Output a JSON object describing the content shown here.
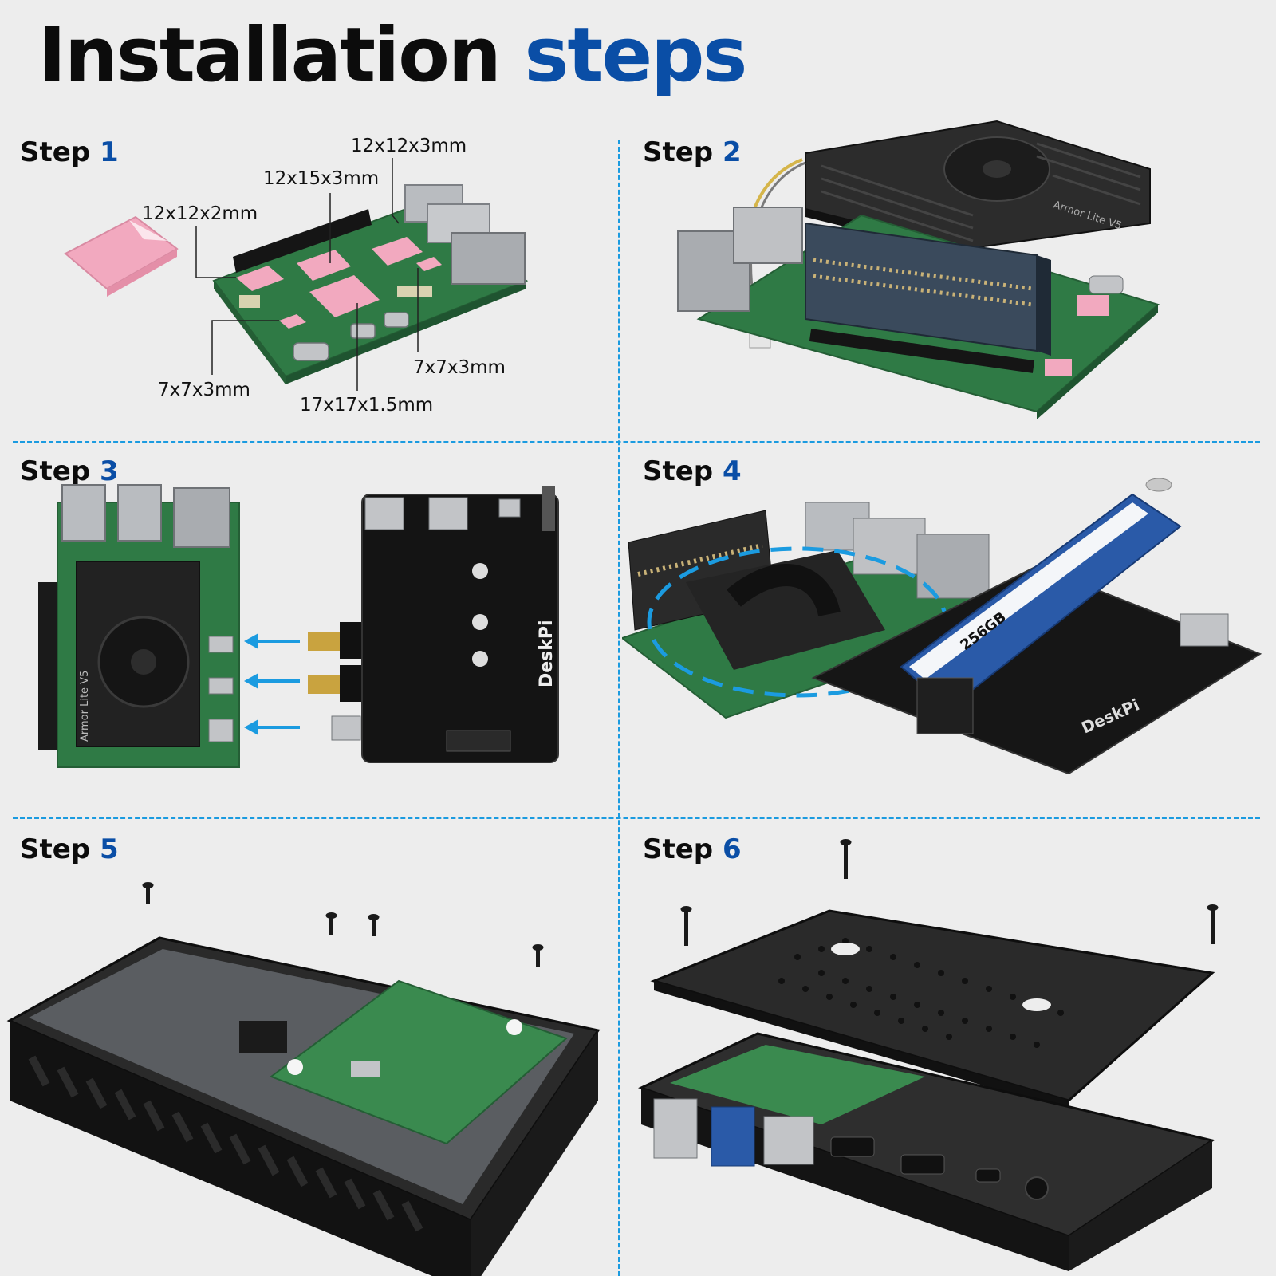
{
  "title": {
    "part1": "Installation",
    "part2": "steps"
  },
  "steps": [
    {
      "label": "Step",
      "number": "1"
    },
    {
      "label": "Step",
      "number": "2"
    },
    {
      "label": "Step",
      "number": "3"
    },
    {
      "label": "Step",
      "number": "4"
    },
    {
      "label": "Step",
      "number": "5"
    },
    {
      "label": "Step",
      "number": "6"
    }
  ],
  "thermal_pads": {
    "top_right": "12x12x3mm",
    "top_middle": "12x15x3mm",
    "top_left": "12x12x2mm",
    "bottom_left": "7x7x3mm",
    "bottom_middle": "17x17x1.5mm",
    "bottom_right": "7x7x3mm"
  },
  "product_text": {
    "cooler": "Armor Lite V5",
    "board": "DeskPi",
    "ssd_capacity": "256GB"
  },
  "colors": {
    "accent_blue": "#0a4ea6",
    "divider": "#1b9be0",
    "pcb_green": "#2f7a45",
    "thermal_pad": "#f2a9bf",
    "background": "#ededed"
  }
}
